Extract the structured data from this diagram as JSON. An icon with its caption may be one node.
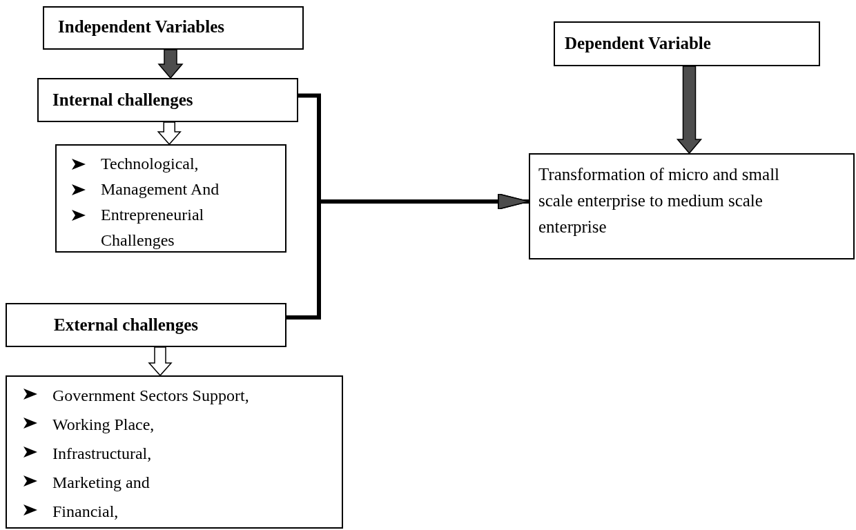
{
  "diagram": {
    "nodes": [
      {
        "text": [
          "Independent Variables"
        ]
      },
      {
        "text": [
          "Internal challenges"
        ]
      },
      {
        "text": [
          "Technological,",
          "Management And",
          "Entrepreneurial Challenges"
        ]
      },
      {
        "text": [
          "External challenges"
        ]
      },
      {
        "text": [
          "Government Sectors Support,",
          "Working Place,",
          "Infrastructural,",
          "Marketing and",
          "Financial,"
        ]
      },
      {
        "text": [
          "Dependent Variable"
        ]
      },
      {
        "text": [
          "Transformation of micro and small scale enterprise to medium scale enterprise"
        ]
      }
    ],
    "edges": [
      {
        "from": 0,
        "to": 1,
        "arrow": "to",
        "color": "#4d4d4d"
      },
      {
        "from": 1,
        "to": 2,
        "arrow": "to"
      },
      {
        "from": 3,
        "to": 4,
        "arrow": "to"
      },
      {
        "from": 5,
        "to": 6,
        "arrow": "to",
        "color": "#4d4d4d"
      },
      {
        "from": 1,
        "to": 6,
        "arrow": "to"
      },
      {
        "from": 3,
        "to": 6,
        "arrow": "to"
      }
    ]
  }
}
